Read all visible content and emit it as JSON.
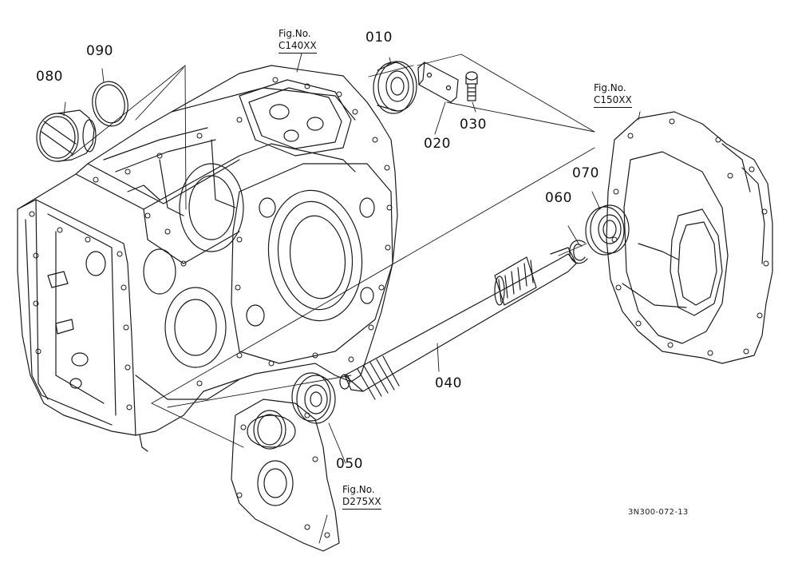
{
  "diagram": {
    "parts": [
      {
        "id": "010",
        "label": "010"
      },
      {
        "id": "020",
        "label": "020"
      },
      {
        "id": "030",
        "label": "030"
      },
      {
        "id": "040",
        "label": "040"
      },
      {
        "id": "050",
        "label": "050"
      },
      {
        "id": "060",
        "label": "060"
      },
      {
        "id": "070",
        "label": "070"
      },
      {
        "id": "080",
        "label": "080"
      },
      {
        "id": "090",
        "label": "090"
      }
    ],
    "figure_refs": [
      {
        "line1": "Fig.No.",
        "line2": "C140XX"
      },
      {
        "line1": "Fig.No.",
        "line2": "C150XX"
      },
      {
        "line1": "Fig.No.",
        "line2": "D275XX"
      }
    ],
    "drawing_code": "3N300-072-13"
  }
}
